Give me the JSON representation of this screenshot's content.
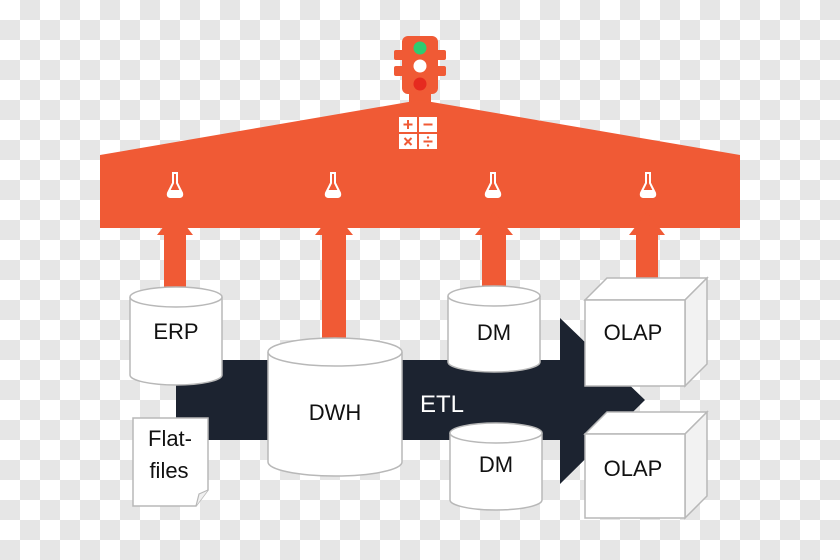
{
  "colors": {
    "roof": "#f05a35",
    "arrow_orange": "#f05a35",
    "etl_arrow": "#1c2330",
    "box_fill": "#ffffff",
    "box_stroke": "#b8b8b8",
    "light_green": "#2ecc71",
    "light_white": "#ffffff",
    "light_red": "#e62a1f"
  },
  "icons": {
    "traffic_light": "traffic-light-icon",
    "calculator": "calculator-icon",
    "flask": "flask-icon"
  },
  "nodes": {
    "erp": "ERP",
    "dwh": "DWH",
    "dm_top": "DM",
    "dm_bottom": "DM",
    "olap_top": "OLAP",
    "olap_bottom": "OLAP",
    "flat_files_line1": "Flat-",
    "flat_files_line2": "files"
  },
  "etl_label": "ETL"
}
